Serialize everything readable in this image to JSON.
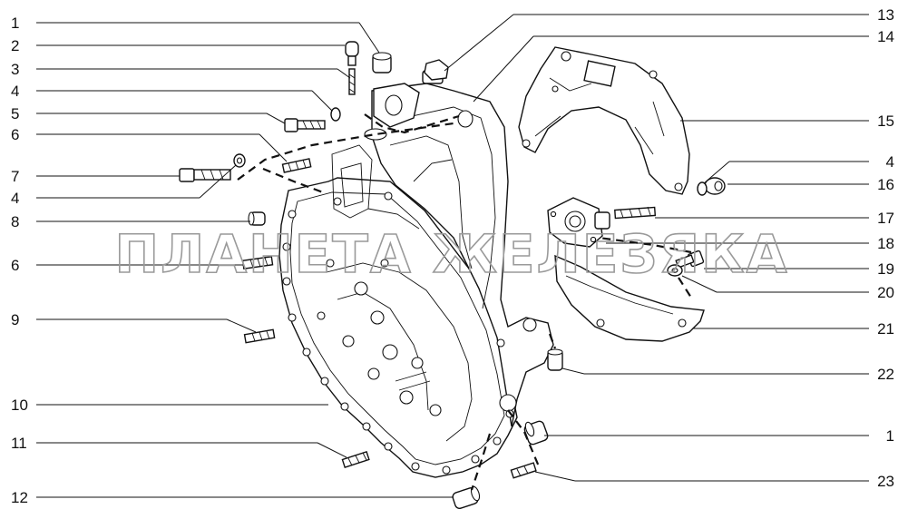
{
  "watermark": "ПЛАНЕТА ЖЕЛЕЗЯКА",
  "left_labels": [
    "1",
    "2",
    "3",
    "4",
    "5",
    "6",
    "7",
    "4",
    "8",
    "6",
    "9",
    "10",
    "11",
    "12"
  ],
  "right_labels": [
    "13",
    "14",
    "15",
    "4",
    "16",
    "17",
    "18",
    "19",
    "20",
    "21",
    "22",
    "1",
    "23"
  ]
}
